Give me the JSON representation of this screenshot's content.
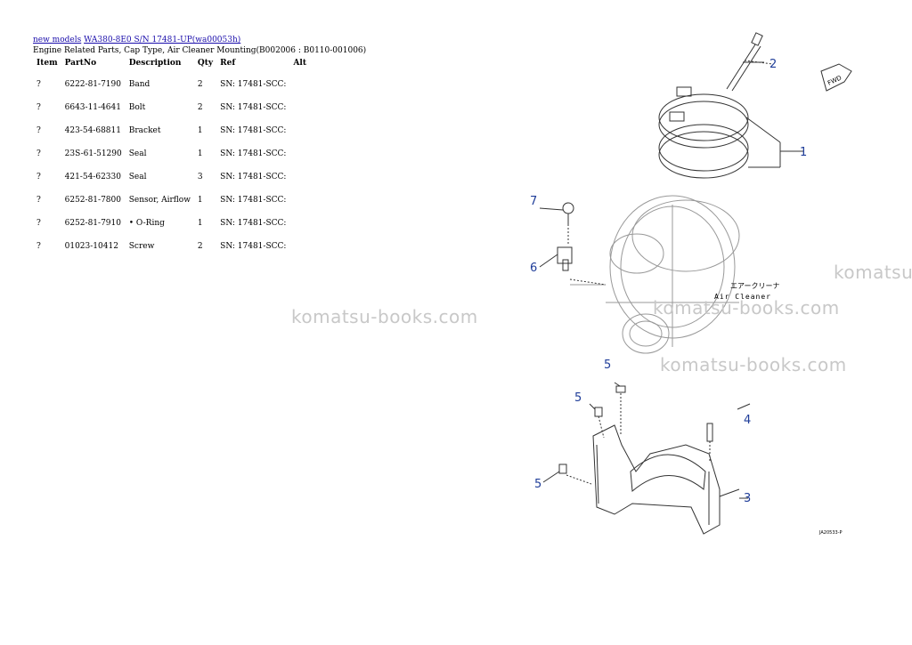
{
  "breadcrumb": {
    "link1": "new models",
    "link2": "WA380-8E0 S/N 17481-UP(wa00053h)"
  },
  "page_title": "Engine Related Parts, Cap Type, Air Cleaner Mounting(B002006 : B0110-001006)",
  "table": {
    "headers": [
      "Item",
      "PartNo",
      "Description",
      "Qty",
      "Ref",
      "Alt"
    ],
    "rows": [
      {
        "item": "?",
        "partno": "6222-81-7190",
        "description": "Band",
        "qty": "2",
        "ref": "SN: 17481-SCC:"
      },
      {
        "item": "?",
        "partno": "6643-11-4641",
        "description": "Bolt",
        "qty": "2",
        "ref": "SN: 17481-SCC:"
      },
      {
        "item": "?",
        "partno": "423-54-68811",
        "description": "Bracket",
        "qty": "1",
        "ref": "SN: 17481-SCC:"
      },
      {
        "item": "?",
        "partno": "23S-61-51290",
        "description": "Seal",
        "qty": "1",
        "ref": "SN: 17481-SCC:"
      },
      {
        "item": "?",
        "partno": "421-54-62330",
        "description": "Seal",
        "qty": "3",
        "ref": "SN: 17481-SCC:"
      },
      {
        "item": "?",
        "partno": "6252-81-7800",
        "description": "Sensor, Airflow",
        "qty": "1",
        "ref": "SN: 17481-SCC:"
      },
      {
        "item": "?",
        "partno": "6252-81-7910",
        "description": "• O-Ring",
        "qty": "1",
        "ref": "SN: 17481-SCC:"
      },
      {
        "item": "?",
        "partno": "01023-10412",
        "description": "Screw",
        "qty": "2",
        "ref": "SN: 17481-SCC:"
      }
    ]
  },
  "diagram": {
    "callouts": [
      "1",
      "2",
      "3",
      "4",
      "5",
      "5",
      "5",
      "6",
      "7"
    ],
    "fwd_label": "FWD",
    "japanese_label": "エアークリーナ",
    "air_cleaner_label": "Air Cleaner",
    "figure_code": "JA20533-P"
  },
  "watermarks": [
    "komatsu-books.com",
    "komatsu-books.com",
    "komatsu-books.com",
    "komatsu"
  ],
  "colors": {
    "link": "#1a0dab",
    "callout": "#1f3d99",
    "watermark": "#c8c8c8"
  }
}
